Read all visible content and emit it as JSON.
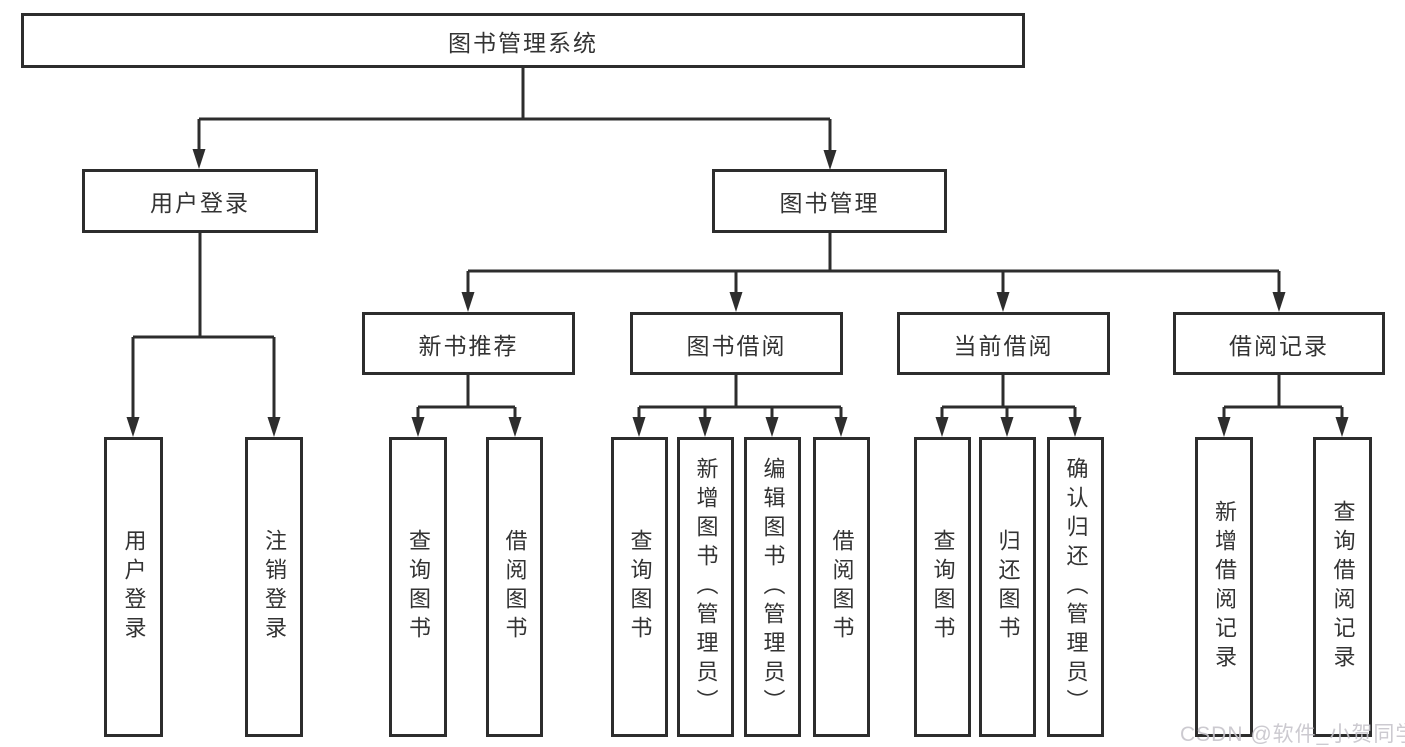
{
  "diagram": {
    "root": {
      "label": "图书管理系统"
    },
    "level2": [
      {
        "label": "用户登录",
        "children": [
          {
            "label": "用户登录"
          },
          {
            "label": "注销登录"
          }
        ]
      },
      {
        "label": "图书管理",
        "children": [
          {
            "label": "新书推荐",
            "children": [
              {
                "label": "查询图书"
              },
              {
                "label": "借阅图书"
              }
            ]
          },
          {
            "label": "图书借阅",
            "children": [
              {
                "label": "查询图书"
              },
              {
                "label": "新增图书（管理员）"
              },
              {
                "label": "编辑图书（管理员）"
              },
              {
                "label": "借阅图书"
              }
            ]
          },
          {
            "label": "当前借阅",
            "children": [
              {
                "label": "查询图书"
              },
              {
                "label": "归还图书"
              },
              {
                "label": "确认归还（管理员）"
              }
            ]
          },
          {
            "label": "借阅记录",
            "children": [
              {
                "label": "新增借阅记录"
              },
              {
                "label": "查询借阅记录"
              }
            ]
          }
        ]
      }
    ],
    "watermark": "CSDN @软件_小贺同学",
    "colors": {
      "line": "#2d2d2d",
      "text": "#333333",
      "background": "#ffffff",
      "watermark": "#c7c4cb"
    }
  }
}
